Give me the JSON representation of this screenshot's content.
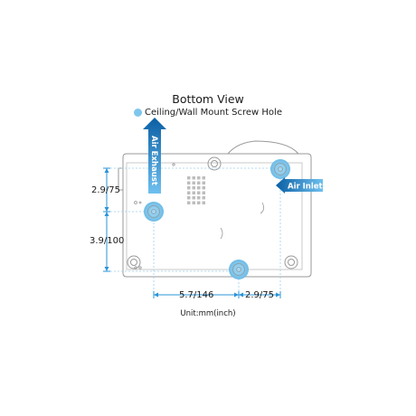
{
  "title": "Bottom View",
  "legend": {
    "label": "Ceiling/Wall Mount Screw Hole",
    "color": "#7fc6ec"
  },
  "labels": {
    "air_exhaust": "Air Exhaust",
    "air_inlet": "Air Inlet"
  },
  "dimensions": {
    "top_vertical": "2.9/75",
    "lower_vertical": "3.9/100",
    "bottom_left": "5.7/146",
    "bottom_right": "2.9/75"
  },
  "unit": "Unit:mm(inch)",
  "colors": {
    "accent_dark": "#0a63a8",
    "accent_light": "#2b94d9",
    "hole": "#7fc6ec",
    "outline": "#9a9a9a"
  }
}
